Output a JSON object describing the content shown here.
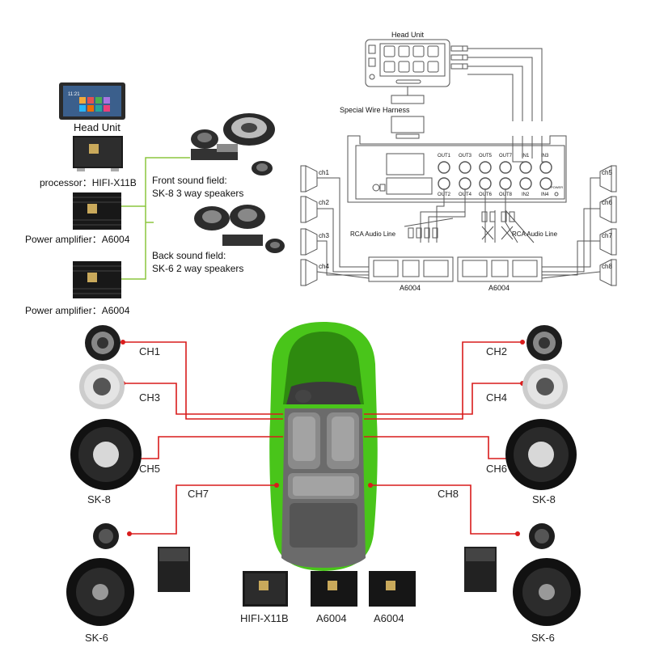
{
  "legend": {
    "head_unit": "Head Unit",
    "processor": "processor：HIFI-X11B",
    "front_line1": "Front sound field:",
    "front_line2": "SK-8 3 way speakers",
    "power_amp_1": "Power amplifier：A6004",
    "back_line1": "Back sound field:",
    "back_line2": "SK-6 2 way speakers",
    "power_amp_2": "Power amplifier：A6004",
    "head_unit_clock": "11:21"
  },
  "schematic": {
    "head_unit": "Head Unit",
    "harness": "Special Wire Harness",
    "outputs": [
      "OUT1",
      "OUT2",
      "OUT3",
      "OUT4",
      "OUT5",
      "OUT6",
      "OUT7",
      "OUT8"
    ],
    "inputs": [
      "IN1",
      "IN2",
      "IN3",
      "IN4"
    ],
    "power": "POWER",
    "rca_left": "RCA Audio Line",
    "rca_right": "RCA Audio Line",
    "channels_left": [
      "ch1",
      "ch2",
      "ch3",
      "ch4"
    ],
    "channels_right": [
      "ch5",
      "ch6",
      "ch7",
      "ch8"
    ],
    "amp_left": "A6004",
    "amp_right": "A6004"
  },
  "car_diagram": {
    "channels": [
      "CH1",
      "CH2",
      "CH3",
      "CH4",
      "CH5",
      "CH6",
      "CH7",
      "CH8"
    ],
    "speaker_left_front": "SK-8",
    "speaker_right_front": "SK-8",
    "speaker_left_rear": "SK-6",
    "speaker_right_rear": "SK-6",
    "bottom_labels": [
      "HIFI-X11B",
      "A6004",
      "A6004"
    ],
    "accent": "#d91c1c",
    "car_color": "#49c51a"
  }
}
